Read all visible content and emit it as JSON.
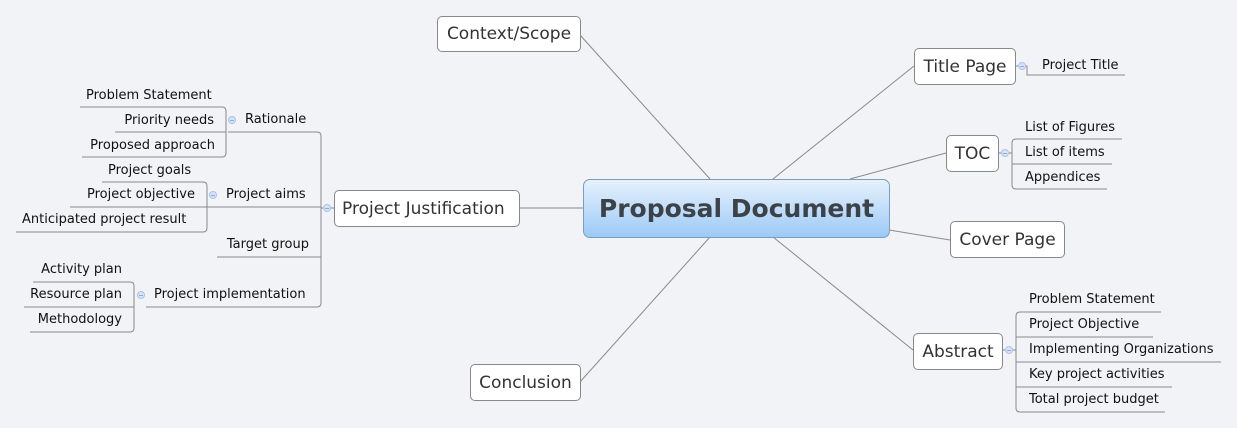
{
  "central": "Proposal Document",
  "topics": {
    "context": "Context/Scope",
    "title_page": {
      "label": "Title Page",
      "children": [
        "Project Title"
      ]
    },
    "toc": {
      "label": "TOC",
      "children": [
        "List of Figures",
        "List of items",
        "Appendices"
      ]
    },
    "cover_page": "Cover Page",
    "abstract": {
      "label": "Abstract",
      "children": [
        "Problem Statement",
        "Project Objective",
        "Implementing Organizations",
        "Key project activities",
        "Total project budget"
      ]
    },
    "conclusion": "Conclusion",
    "justification": {
      "label": "Project Justification",
      "rationale": {
        "label": "Rationale",
        "children": [
          "Problem Statement",
          "Priority needs",
          "Proposed approach"
        ]
      },
      "aims": {
        "label": "Project aims",
        "children": [
          "Project goals",
          "Project objective",
          "Anticipated project result"
        ]
      },
      "target": "Target group",
      "implementation": {
        "label": "Project implementation",
        "children": [
          "Activity plan",
          "Resource plan",
          "Methodology"
        ]
      }
    }
  },
  "colors": {
    "background": "#f2f3f7",
    "central_top": "#e6f1fc",
    "central_bottom": "#9ccaf6",
    "line": "#888888"
  }
}
